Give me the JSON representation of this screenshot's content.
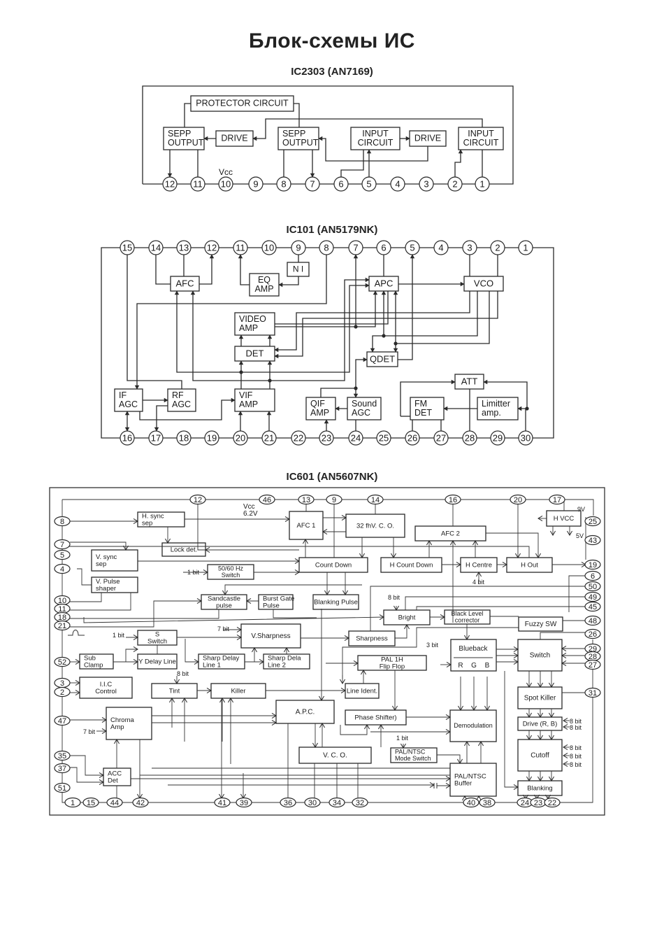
{
  "page": {
    "title": "Блок-схемы ИС"
  },
  "diagrams": [
    {
      "id": "ic2303",
      "title": "IC2303 (AN7169)",
      "blocks": {
        "protector": "PROTECTOR CIRCUIT",
        "sepp1": [
          "SEPP",
          "OUTPUT"
        ],
        "drive1": "DRIVE",
        "sepp2": [
          "SEPP",
          "OUTPUT"
        ],
        "input1": [
          "INPUT",
          "CIRCUIT"
        ],
        "drive2": "DRIVE",
        "input2": [
          "INPUT",
          "CIRCUIT"
        ]
      },
      "labels": {
        "vcc": "Vcc"
      },
      "pins": [
        "12",
        "11",
        "10",
        "9",
        "8",
        "7",
        "6",
        "5",
        "4",
        "3",
        "2",
        "1"
      ]
    },
    {
      "id": "ic101",
      "title": "IC101 (AN5179NK)",
      "blocks": {
        "afc": "AFC",
        "ni": "N I",
        "eq_amp": [
          "EQ",
          "AMP"
        ],
        "apc": "APC",
        "vco": "VCO",
        "video_amp": [
          "VIDEO",
          "AMP"
        ],
        "det": "DET",
        "qdet": "QDET",
        "att": "ATT",
        "if_agc": [
          "IF",
          "AGC"
        ],
        "rf_agc": [
          "RF",
          "AGC"
        ],
        "vif_amp": [
          "VIF",
          "AMP"
        ],
        "qif_amp": [
          "QIF",
          "AMP"
        ],
        "sound_agc": [
          "Sound",
          "AGC"
        ],
        "fm_det": [
          "FM",
          "DET"
        ],
        "limiter_amp": [
          "Limitter",
          "amp."
        ]
      },
      "top_pins": [
        "15",
        "14",
        "13",
        "12",
        "11",
        "10",
        "9",
        "8",
        "7",
        "6",
        "5",
        "4",
        "3",
        "2",
        "1"
      ],
      "bottom_pins": [
        "16",
        "17",
        "18",
        "19",
        "20",
        "21",
        "22",
        "23",
        "24",
        "25",
        "26",
        "27",
        "28",
        "29",
        "30"
      ]
    },
    {
      "id": "ic601",
      "title": "IC601 (AN5607NK)",
      "blocks": {
        "h_sync_sep": [
          "H. sync",
          "sep"
        ],
        "lock_det": "Lock det.",
        "afc1": "AFC 1",
        "vco32": "32 fhV. C. O.",
        "afc2": "AFC 2",
        "h_vcc": "H VCC",
        "v_sync_sep": [
          "V. sync",
          "sep"
        ],
        "v_pulse_shaper": [
          "V. Pulse",
          "shaper"
        ],
        "switch_5060": [
          "50/60 Hz",
          "Switch"
        ],
        "count_down": "Count Down",
        "h_count_down": "H Count Down",
        "h_centre": "H Centre",
        "h_out": "H Out",
        "sandcastle": [
          "Sandcastle",
          "pulse"
        ],
        "burst_gate": [
          "Burst Gate",
          "Pulse"
        ],
        "blanking_pulse": "Blanking Pulse",
        "bright": "Bright",
        "black_level": [
          "Black Level",
          "corrector"
        ],
        "fuzzy_sw": "Fuzzy SW",
        "s_switch": [
          "S",
          "Switch"
        ],
        "v_sharpness": "V.Sharpness",
        "sharpness": "Sharpness",
        "sub_clamp": [
          "Sub",
          "Clamp"
        ],
        "y_delay": "Y Delay Line",
        "sharp_delay1": [
          "Sharp Delay",
          "Line 1"
        ],
        "sharp_delay2": [
          "Sharp Dela",
          "Line 2"
        ],
        "pal_1h": [
          "PAL 1H",
          "Flip Flop"
        ],
        "blueback": "Blueback",
        "blueback_rgb": [
          "R",
          "G",
          "B"
        ],
        "switch": "Switch",
        "iic": [
          "I.I.C",
          "Control"
        ],
        "tint": "Tint",
        "killer": "Killer",
        "line_ident": "Line Ident.",
        "spot_killer": "Spot Killer",
        "chroma_amp": [
          "Chroma",
          "Amp"
        ],
        "apc": "A.P.C.",
        "phase_shifter": "Phase Shifter)",
        "demodulation": "Demodulation",
        "drive_rb": "Drive (R, B)",
        "vco": "V. C. O.",
        "pal_ntsc_mode": [
          "PAL/NTSC",
          "Mode Switch"
        ],
        "cutoff": "Cutoff",
        "acc_det": [
          "ACC",
          "Det"
        ],
        "pal_ntsc_buffer": [
          "PAL/NTSC",
          "Buffer"
        ],
        "blanking": "Blanking"
      },
      "labels": {
        "vcc": [
          "Vcc",
          "6.2V"
        ],
        "v9": "9V",
        "v5": "5V",
        "bit1_5060": "1 bit",
        "bit4": "4 bit",
        "bit8_bright": "8 bit",
        "bit1_s": "1 bit",
        "bit7_vsharp": "7 bit",
        "bit3_blue": "3 bit",
        "bit8_tint": "8 bit",
        "bit7_chroma": "7 bit",
        "bit1_mode": "1 bit",
        "bit8_drive": [
          "8 bit",
          "8 bit"
        ],
        "bit8_cutoff": [
          "8 bit",
          "8 bit",
          "8 bit"
        ]
      },
      "top_pins": [
        "12",
        "46",
        "13",
        "9",
        "14",
        "16",
        "20",
        "17"
      ],
      "left_pins": [
        "8",
        "7",
        "5",
        "4",
        "10",
        "11",
        "18",
        "21",
        "52",
        "3",
        "2",
        "47",
        "35",
        "37",
        "51"
      ],
      "right_pins": [
        "25",
        "43",
        "19",
        "6",
        "50",
        "49",
        "45",
        "48",
        "26",
        "29",
        "28",
        "27",
        "31"
      ],
      "bottom_pins": [
        "1",
        "15",
        "44",
        "42",
        "41",
        "39",
        "36",
        "30",
        "34",
        "32",
        "40",
        "38",
        "24",
        "23",
        "22"
      ]
    }
  ]
}
